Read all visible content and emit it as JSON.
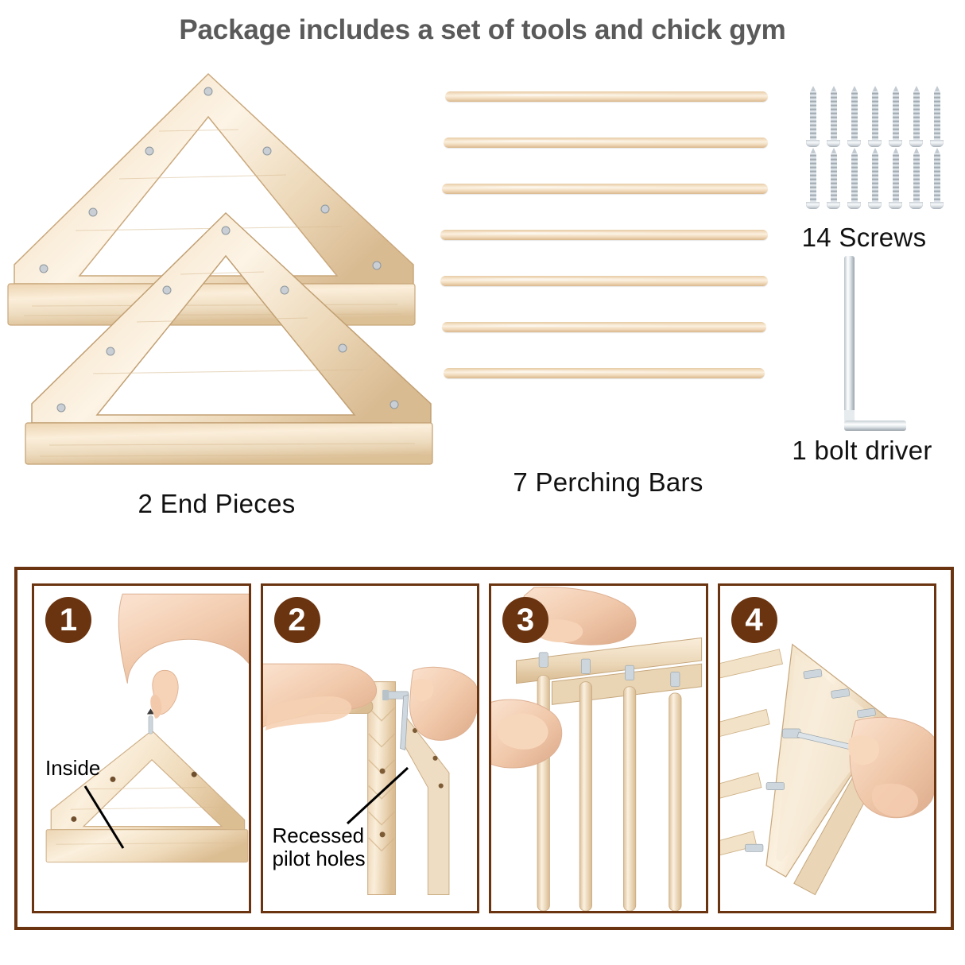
{
  "title": "Package includes a set of tools and chick gym",
  "theme": {
    "title_color": "#5a5a5a",
    "frame_brown": "#6b3410",
    "label_color": "#111111",
    "background": "#ffffff",
    "wood_light": "#f6e6ce",
    "wood_mid": "#e0c49f",
    "metal_silver": "#c9d2d8"
  },
  "parts": {
    "end_pieces": {
      "label": "2 End Pieces",
      "quantity": 2,
      "icon": "wood-triangle-end-piece",
      "pilot_holes_per_piece": 7
    },
    "perching_bars": {
      "label": "7 Perching Bars",
      "quantity": 7,
      "icon": "wood-dowel-rod"
    },
    "screws": {
      "label": "14 Screws",
      "quantity": 14,
      "rows": 2,
      "per_row": 7,
      "icon": "screw-icon"
    },
    "bolt_driver": {
      "label": "1 bolt driver",
      "quantity": 1,
      "icon": "allen-key-icon"
    }
  },
  "steps": [
    {
      "number": "1",
      "caption": "Inside",
      "has_leader_line": true,
      "alt": "Hand inserting a screw into the top pilot hole of a wooden A-frame end piece"
    },
    {
      "number": "2",
      "caption": "Recessed\npilot holes",
      "has_leader_line": true,
      "alt": "Hands aligning a perching dowel with the frame while driving a bolt with the allen key"
    },
    {
      "number": "3",
      "caption": "",
      "has_leader_line": false,
      "alt": "Hand holding vertical dowel bars attached to the top rail with bolts"
    },
    {
      "number": "4",
      "caption": "",
      "has_leader_line": false,
      "alt": "Hand tightening a bolt with the allen key on the assembled chick gym frame"
    }
  ]
}
